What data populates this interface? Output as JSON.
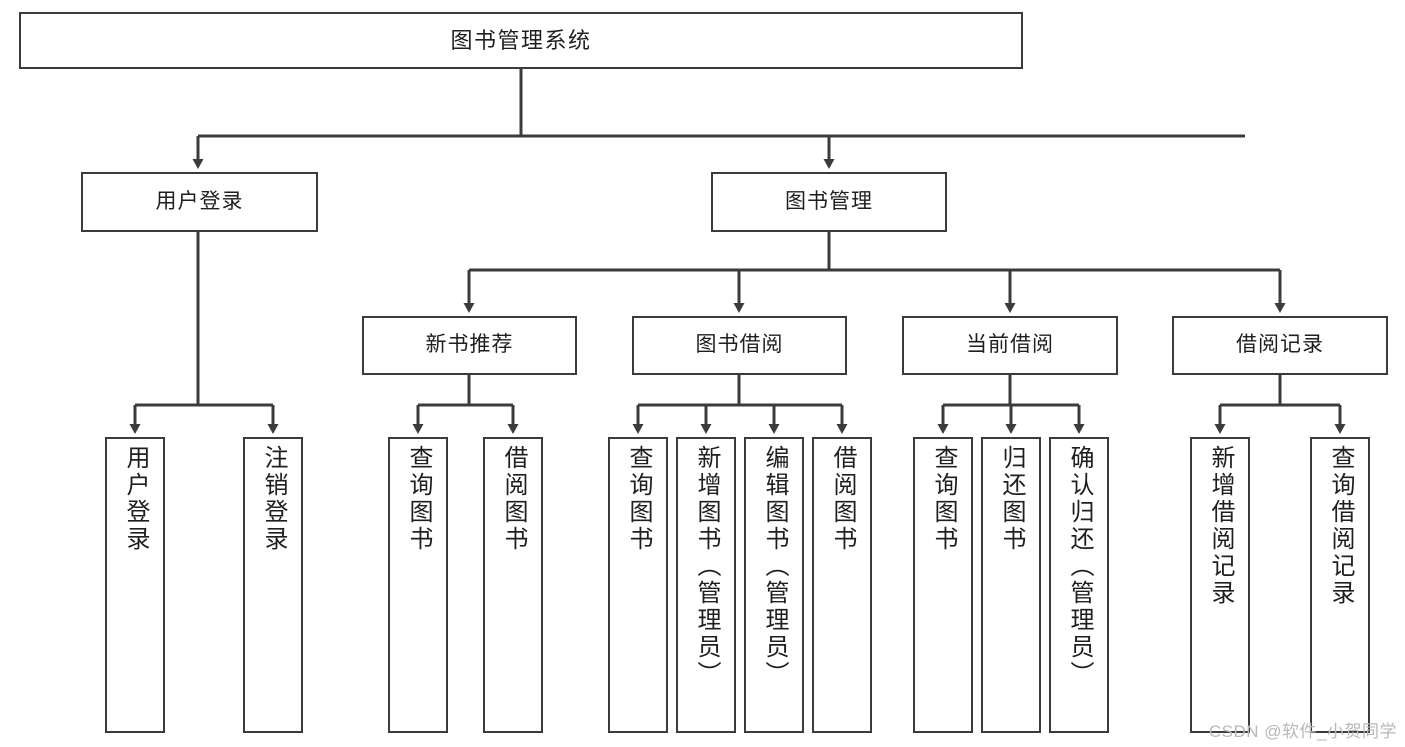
{
  "diagram": {
    "title": "图书管理系统",
    "type": "hierarchy-tree",
    "colors": {
      "box_border": "#3b3b3b",
      "box_fill": "#ffffff",
      "connector": "#3b3b3b",
      "text": "#1f1f1f",
      "watermark": "#b8b8b8",
      "background": "#ffffff"
    },
    "root": {
      "label": "图书管理系统"
    },
    "level2": [
      {
        "label": "用户登录"
      },
      {
        "label": "图书管理"
      }
    ],
    "level3": [
      {
        "label": "新书推荐"
      },
      {
        "label": "图书借阅"
      },
      {
        "label": "当前借阅"
      },
      {
        "label": "借阅记录"
      }
    ],
    "leaves": {
      "user_login": [
        {
          "label": "用户登录"
        },
        {
          "label": "注销登录"
        }
      ],
      "new_book_recommend": [
        {
          "label": "查询图书"
        },
        {
          "label": "借阅图书"
        }
      ],
      "book_borrow": [
        {
          "label": "查询图书"
        },
        {
          "label": "新增图书（管理员）"
        },
        {
          "label": "编辑图书（管理员）"
        },
        {
          "label": "借阅图书"
        }
      ],
      "current_borrow": [
        {
          "label": "查询图书"
        },
        {
          "label": "归还图书"
        },
        {
          "label": "确认归还（管理员）"
        }
      ],
      "borrow_record": [
        {
          "label": "新增借阅记录"
        },
        {
          "label": "查询借阅记录"
        }
      ]
    }
  },
  "watermark": {
    "text": "CSDN @软件_小贺同学"
  }
}
